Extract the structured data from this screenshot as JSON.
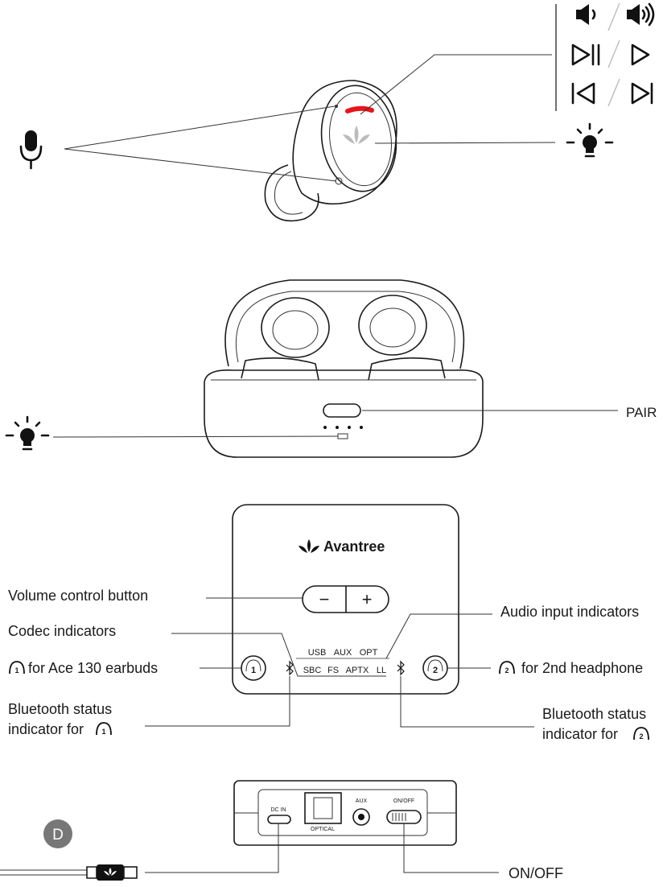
{
  "earbud_controls": {
    "volume_down_icon": "speaker-low-icon",
    "volume_up_icon": "speaker-high-icon",
    "play_pause_icon": "play-pause-icon",
    "play_icon": "play-icon",
    "previous_icon": "previous-track-icon",
    "next_icon": "next-track-icon",
    "microphone_icon": "microphone-icon",
    "indicator_light_icon": "light-bulb-icon",
    "touch_accent_color": "#e8141b"
  },
  "case": {
    "pair_label": "PAIR",
    "indicator_light_icon": "light-bulb-icon"
  },
  "transmitter": {
    "brand": "Avantree",
    "minus_label": "−",
    "plus_label": "+",
    "input_row": [
      "USB",
      "AUX",
      "OPT"
    ],
    "codec_row": [
      "SBC",
      "FS",
      "APTX",
      "LL"
    ],
    "headphone_1": "1",
    "headphone_2": "2",
    "callouts": {
      "volume": "Volume control button",
      "codec": "Codec indicators",
      "earbuds": "for Ace 130 earbuds",
      "bt_status_1_line1": "Bluetooth status",
      "bt_status_1_line2": "indicator for",
      "audio_input": "Audio input indicators",
      "second_headphone": "for 2nd headphone",
      "bt_status_2_line1": "Bluetooth status",
      "bt_status_2_line2": "indicator for"
    }
  },
  "rear_panel": {
    "dc_in": "DC IN",
    "optical": "OPTICAL",
    "aux": "AUX",
    "on_off": "ON/OFF",
    "on_off_callout": "ON/OFF",
    "badge": "D"
  }
}
